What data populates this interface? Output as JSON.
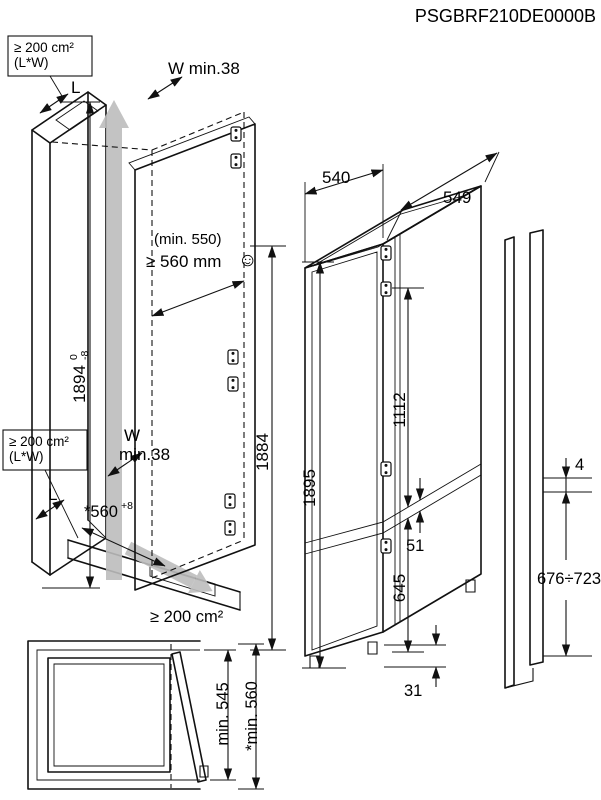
{
  "header": {
    "model": "PSGBRF210DE0000B"
  },
  "vents": {
    "top_box": {
      "area": "≥ 200 cm²",
      "note": "(L*W)"
    },
    "mid_box": {
      "area": "≥ 200 cm²",
      "note": "(L*W)"
    },
    "bottom": "≥ 200 cm²"
  },
  "niche": {
    "wall_top": "W min.38",
    "length_top": "L",
    "depth_note": "(min. 550)",
    "depth_min": "≥ 560 mm",
    "smiley_icon": "☺",
    "height": "1894",
    "height_tol_plus": "0",
    "height_tol_minus": "-8",
    "wall_mid_w": "W",
    "wall_mid": "min.38",
    "length_mid": "L",
    "width": "*560",
    "width_tol": "+8",
    "door_height": "1884"
  },
  "appliance": {
    "width": "540",
    "depth": "549",
    "height": "1895",
    "fridge_interior_height": "1112",
    "divider": "51",
    "freezer_interior_height": "645",
    "feet_height": "31",
    "hinge_range": "676÷723",
    "gap": "4"
  },
  "inset": {
    "depth_min": "min. 545",
    "depth_total": "*min. 560"
  }
}
